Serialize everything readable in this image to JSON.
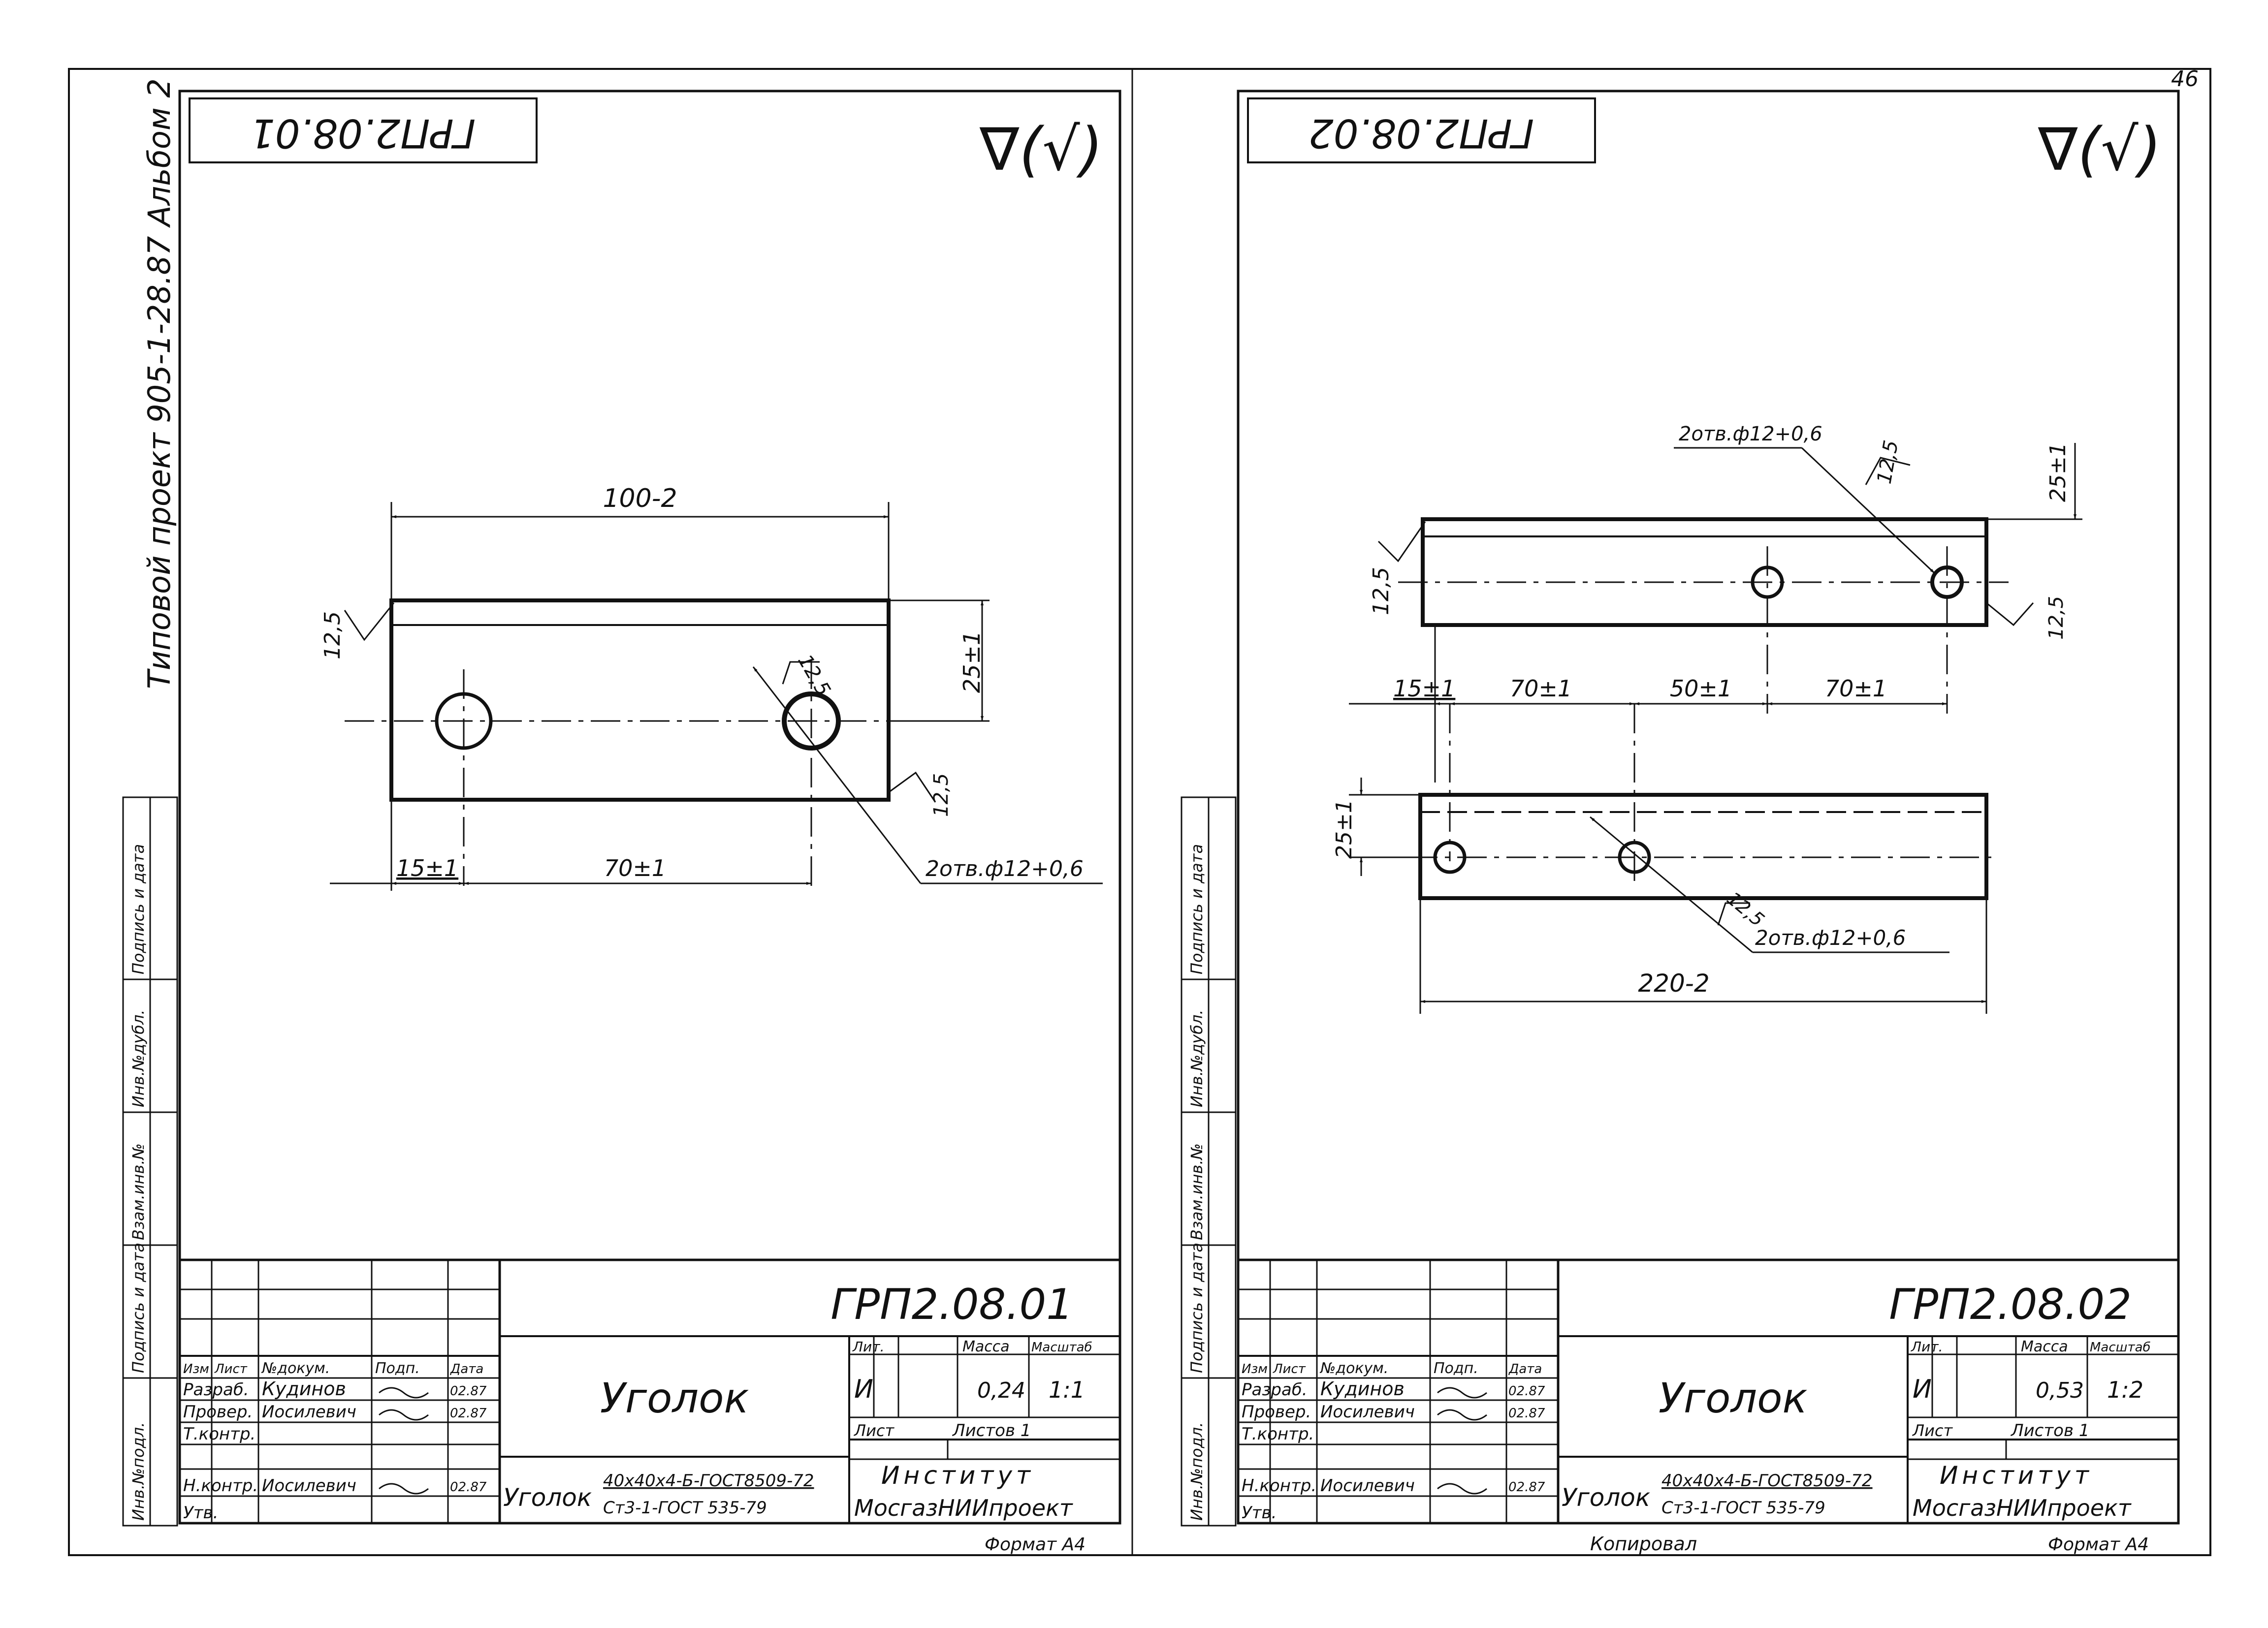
{
  "page_number": "46",
  "album_header": "Типовой проект 905-1-28.87 Альбом 2",
  "side_stamp_labels": [
    "Инв.№подл.",
    "Подпись и дата",
    "Взам.инв.№",
    "Инв.№дубл.",
    "Подпись и дата"
  ],
  "sheet1": {
    "rotated_code": "ГРП2.08.01",
    "roughness": "∇(√)",
    "drawing": {
      "dim_length": "100-2",
      "dim_width": "25±1",
      "weld_left": "12,5",
      "weld_right": "12,5",
      "hole_note_top": "12,5",
      "dim_edge": "15±1",
      "dim_spacing": "70±1",
      "hole_callout": "2отв.ф12+0,6"
    },
    "title_block": {
      "code": "ГРП2.08.01",
      "name": "Уголок",
      "col_headers": [
        "Изм",
        "Лист",
        "№докум.",
        "Подп.",
        "Дата"
      ],
      "roles": [
        "Разраб.",
        "Провер.",
        "Т.контр.",
        "",
        "Н.контр.",
        "Утв."
      ],
      "people": [
        "Кудинов",
        "Иосилевич",
        "",
        "",
        "Иосилевич",
        ""
      ],
      "dates": [
        "02.87",
        "02.87",
        "",
        "",
        "02.87",
        ""
      ],
      "lit_header": "Лит.",
      "mass_header": "Масса",
      "scale_header": "Масштаб",
      "lit": "И",
      "mass": "0,24",
      "scale": "1:1",
      "sheet_label": "Лист",
      "sheets_label": "Листов 1",
      "material_prefix": "Уголок",
      "material_top": "40х40х4-Б-ГОСТ8509-72",
      "material_bottom": "Ст3-1-ГОСТ 535-79",
      "org_line1": "Институт",
      "org_line2": "МосгазНИИпроект",
      "format": "Формат А4"
    }
  },
  "sheet2": {
    "rotated_code": "ГРП2.08.02",
    "roughness": "∇(√)",
    "drawing": {
      "hole_callout_top": "2отв.ф12+0,6",
      "weld_top": "12,5",
      "dim_width_top": "25±1",
      "weld_left": "12,5",
      "weld_right": "12,5",
      "dim_edge": "15±1",
      "dim_a": "70±1",
      "dim_b": "50±1",
      "dim_c": "70±1",
      "dim_width_bottom": "25±1",
      "weld_bottom": "12,5",
      "hole_callout_bottom": "2отв.ф12+0,6",
      "dim_length": "220-2"
    },
    "title_block": {
      "code": "ГРП2.08.02",
      "name": "Уголок",
      "col_headers": [
        "Изм",
        "Лист",
        "№докум.",
        "Подп.",
        "Дата"
      ],
      "roles": [
        "Разраб.",
        "Провер.",
        "Т.контр.",
        "",
        "Н.контр.",
        "Утв."
      ],
      "people": [
        "Кудинов",
        "Иосилевич",
        "",
        "",
        "Иосилевич",
        ""
      ],
      "dates": [
        "02.87",
        "02.87",
        "",
        "",
        "02.87",
        ""
      ],
      "lit_header": "Лит.",
      "mass_header": "Масса",
      "scale_header": "Масштаб",
      "lit": "И",
      "mass": "0,53",
      "scale": "1:2",
      "sheet_label": "Лист",
      "sheets_label": "Листов 1",
      "material_prefix": "Уголок",
      "material_top": "40х40х4-Б-ГОСТ8509-72",
      "material_bottom": "Ст3-1-ГОСТ 535-79",
      "org_line1": "Институт",
      "org_line2": "МосгазНИИпроект",
      "format": "Формат А4"
    }
  },
  "copied_by": "Копировал"
}
